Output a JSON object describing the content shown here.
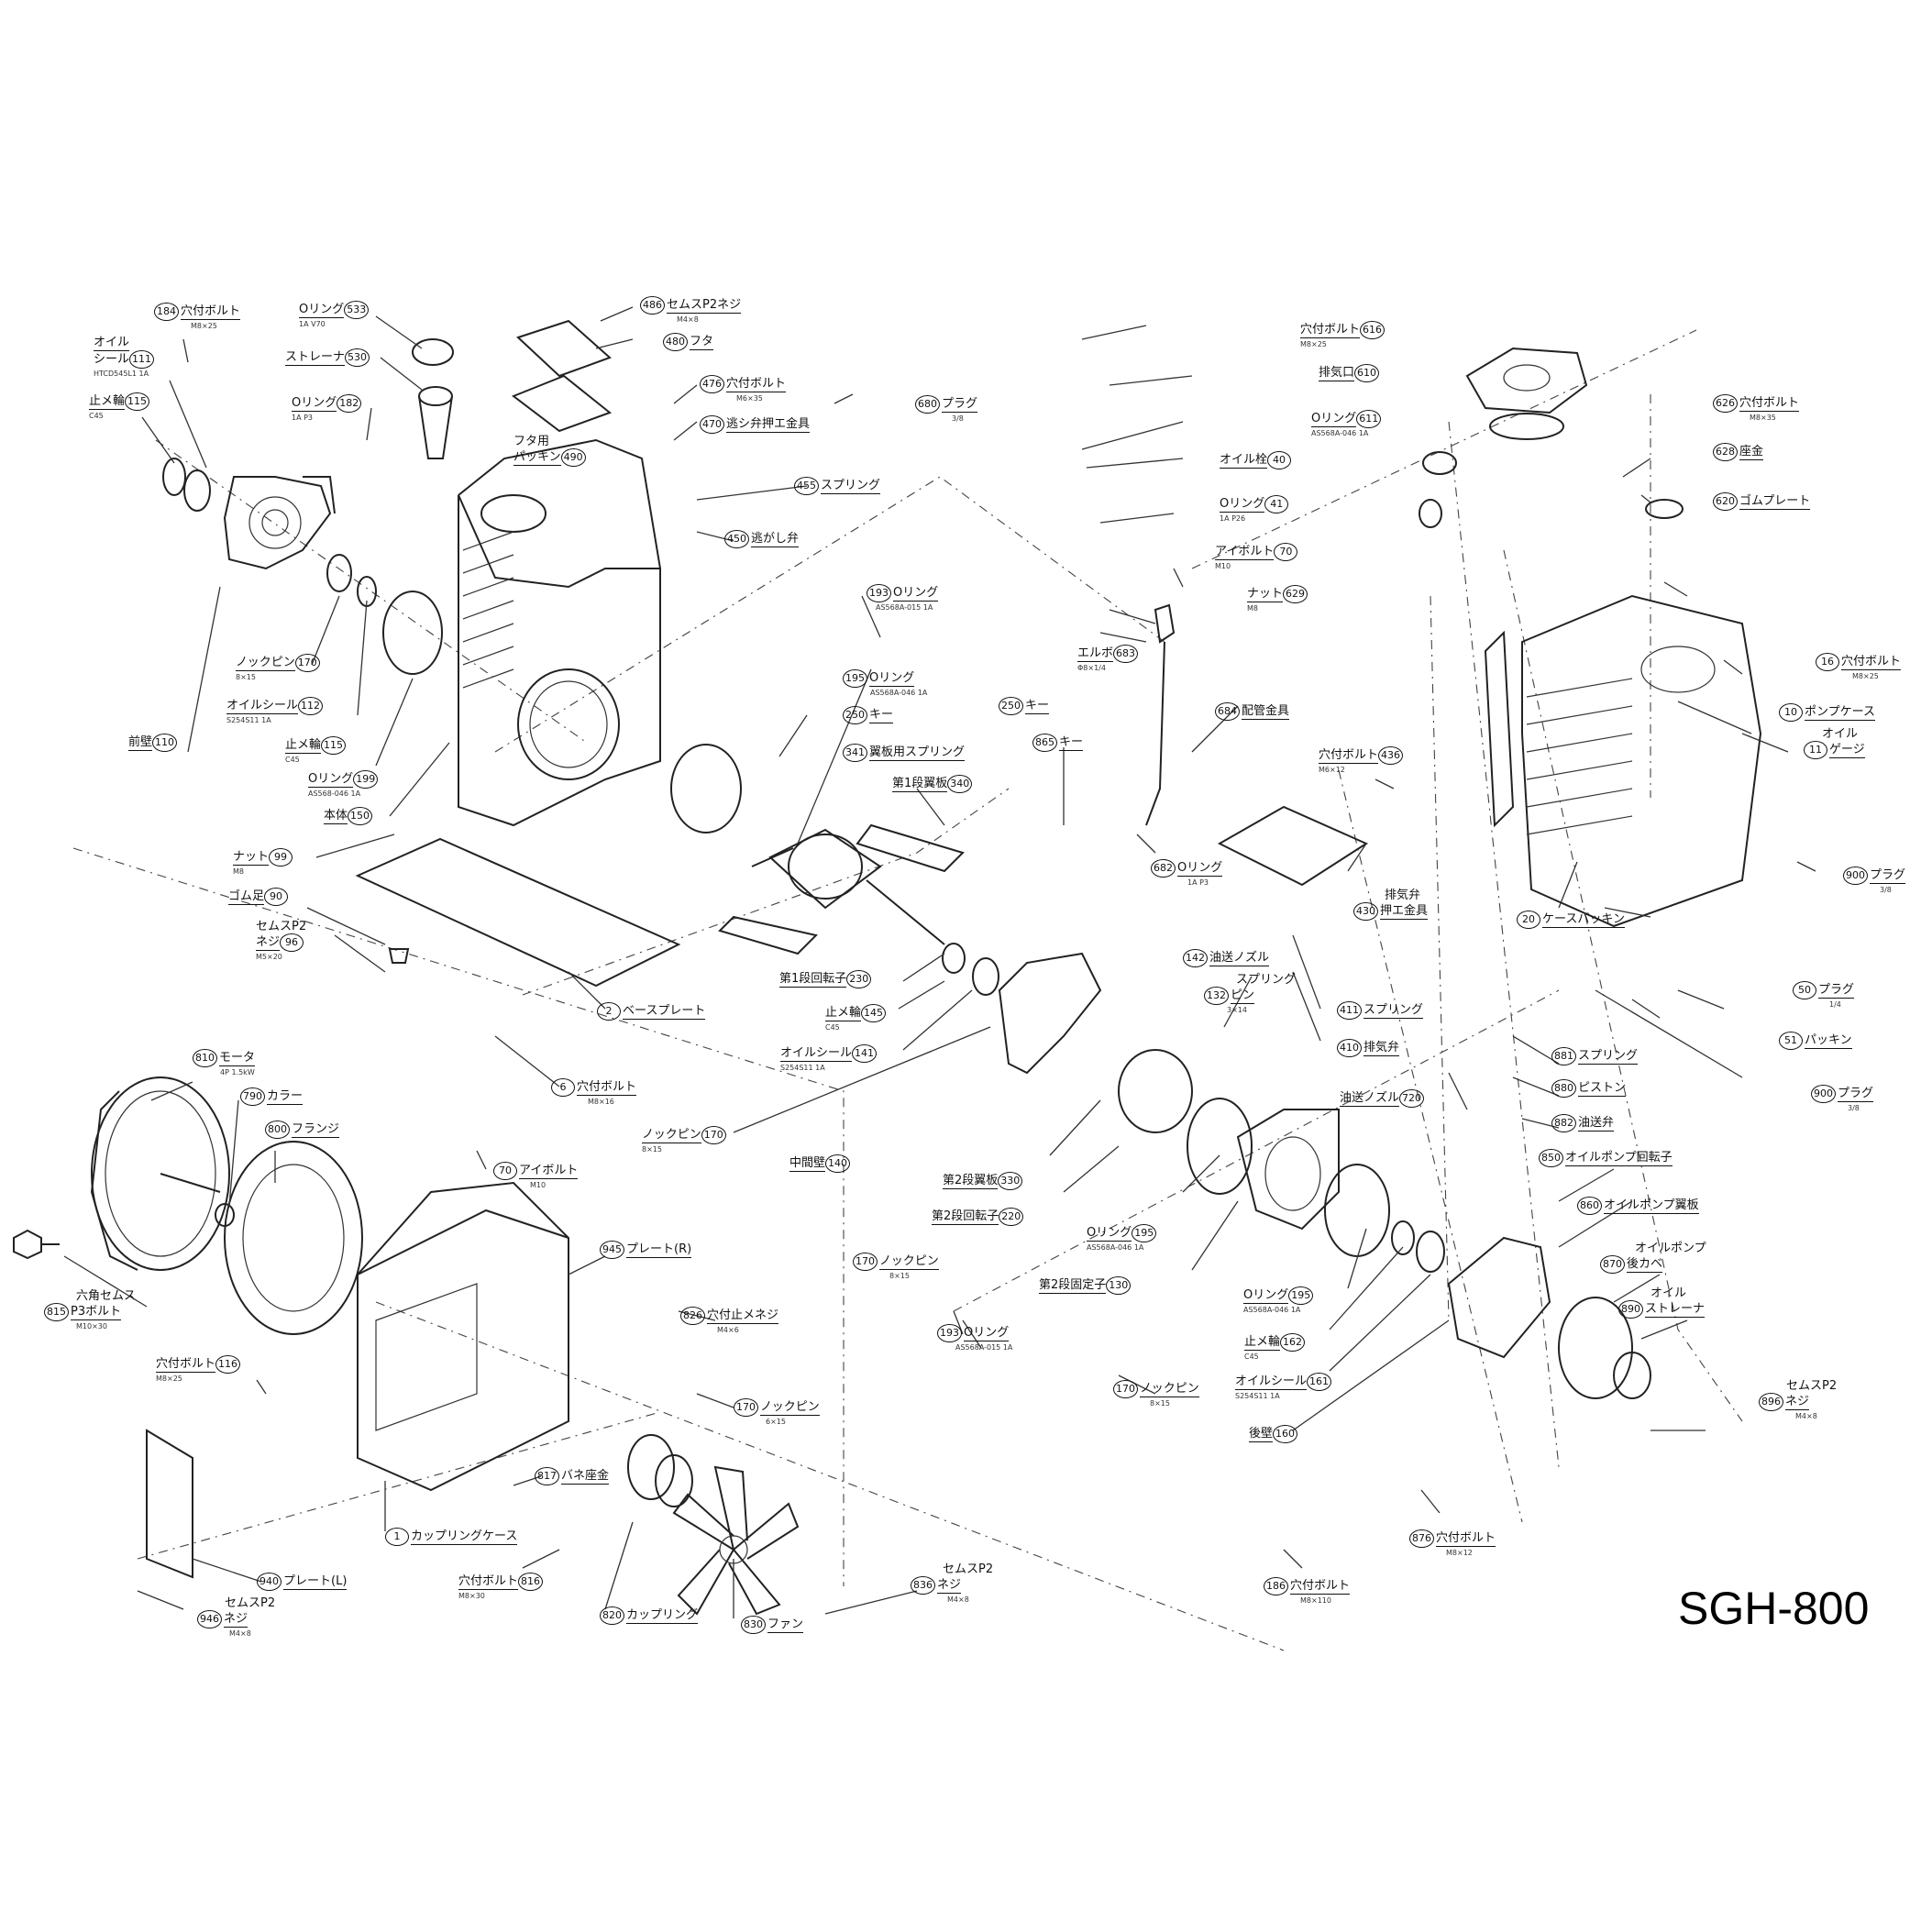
{
  "title": "SGH-800",
  "parts": [
    {
      "id": "184",
      "num": "184",
      "name": "穴付ボルト",
      "spec": "M8×25"
    },
    {
      "id": "111",
      "num": "111",
      "name": "オイルシール",
      "pre": "オイル",
      "spec": "HTCD545L1 1A"
    },
    {
      "id": "115a",
      "num": "115",
      "name": "止メ輪",
      "spec": "C45"
    },
    {
      "id": "533",
      "num": "533",
      "name": "Oリング",
      "spec": "1A V70"
    },
    {
      "id": "530",
      "num": "530",
      "name": "ストレーナ",
      "spec": ""
    },
    {
      "id": "182",
      "num": "182",
      "name": "Oリング",
      "spec": "1A P3"
    },
    {
      "id": "486",
      "num": "486",
      "name": "セムスP2ネジ",
      "spec": "M4×8"
    },
    {
      "id": "480",
      "num": "480",
      "name": "フタ",
      "spec": ""
    },
    {
      "id": "476",
      "num": "476",
      "name": "穴付ボルト",
      "spec": "M6×35"
    },
    {
      "id": "470",
      "num": "470",
      "name": "逃シ弁押エ金具",
      "spec": ""
    },
    {
      "id": "490",
      "num": "490",
      "name": "パッキン",
      "pre": "フタ用",
      "spec": ""
    },
    {
      "id": "680",
      "num": "680",
      "name": "プラグ",
      "spec": "3/8"
    },
    {
      "id": "455",
      "num": "455",
      "name": "スプリング",
      "spec": ""
    },
    {
      "id": "450",
      "num": "450",
      "name": "逃がし弁",
      "spec": ""
    },
    {
      "id": "193a",
      "num": "193",
      "name": "Oリング",
      "spec": "AS568A-015 1A"
    },
    {
      "id": "195a",
      "num": "195",
      "name": "Oリング",
      "spec": "AS568A-046 1A"
    },
    {
      "id": "250a",
      "num": "250",
      "name": "キー",
      "spec": ""
    },
    {
      "id": "250b",
      "num": "250",
      "name": "キー",
      "spec": ""
    },
    {
      "id": "865",
      "num": "865",
      "name": "キー",
      "spec": ""
    },
    {
      "id": "341",
      "num": "341",
      "name": "翼板用スプリング",
      "spec": ""
    },
    {
      "id": "340",
      "num": "340",
      "name": "第1段翼板",
      "spec": ""
    },
    {
      "id": "170a",
      "num": "170",
      "name": "ノックピン",
      "spec": "8×15"
    },
    {
      "id": "112",
      "num": "112",
      "name": "オイルシール",
      "spec": "S254S11 1A"
    },
    {
      "id": "115b",
      "num": "115",
      "name": "止メ輪",
      "spec": "C45"
    },
    {
      "id": "199",
      "num": "199",
      "name": "Oリング",
      "spec": "AS568-046 1A"
    },
    {
      "id": "110",
      "num": "110",
      "name": "前壁",
      "spec": ""
    },
    {
      "id": "150",
      "num": "150",
      "name": "本体",
      "spec": ""
    },
    {
      "id": "99",
      "num": "99",
      "name": "ナット",
      "spec": "M8"
    },
    {
      "id": "90",
      "num": "90",
      "name": "ゴム足",
      "spec": ""
    },
    {
      "id": "96",
      "num": "96",
      "name": "セムスP2ネジ",
      "spec": "M5×20"
    },
    {
      "id": "2",
      "num": "2",
      "name": "ベースプレート",
      "spec": ""
    },
    {
      "id": "6",
      "num": "6",
      "name": "穴付ボルト",
      "spec": "M8×16"
    },
    {
      "id": "230",
      "num": "230",
      "name": "第1段回転子",
      "spec": ""
    },
    {
      "id": "145",
      "num": "145",
      "name": "止メ輪",
      "spec": "C45"
    },
    {
      "id": "141",
      "num": "141",
      "name": "オイルシール",
      "spec": "S254S11 1A"
    },
    {
      "id": "170b",
      "num": "170",
      "name": "ノックピン",
      "spec": "8×15"
    },
    {
      "id": "140",
      "num": "140",
      "name": "中間壁",
      "spec": ""
    },
    {
      "id": "616",
      "num": "616",
      "name": "穴付ボルト",
      "spec": "M8×25"
    },
    {
      "id": "610",
      "num": "610",
      "name": "排気口",
      "spec": ""
    },
    {
      "id": "611",
      "num": "611",
      "name": "Oリング",
      "spec": "AS568A-046 1A"
    },
    {
      "id": "40",
      "num": "40",
      "name": "オイル栓",
      "spec": ""
    },
    {
      "id": "41",
      "num": "41",
      "name": "Oリング",
      "spec": "1A P26"
    },
    {
      "id": "70a",
      "num": "70",
      "name": "アイボルト",
      "spec": "M10"
    },
    {
      "id": "629",
      "num": "629",
      "name": "ナット",
      "spec": "M8"
    },
    {
      "id": "626",
      "num": "626",
      "name": "穴付ボルト",
      "spec": "M8×35"
    },
    {
      "id": "628",
      "num": "628",
      "name": "座金",
      "spec": ""
    },
    {
      "id": "620",
      "num": "620",
      "name": "ゴムプレート",
      "spec": ""
    },
    {
      "id": "683",
      "num": "683",
      "name": "エルボ",
      "spec": "Φ8×1/4"
    },
    {
      "id": "684",
      "num": "684",
      "name": "配管金具",
      "spec": ""
    },
    {
      "id": "436",
      "num": "436",
      "name": "穴付ボルト",
      "spec": "M6×12"
    },
    {
      "id": "682",
      "num": "682",
      "name": "Oリング",
      "spec": "1A P3"
    },
    {
      "id": "16",
      "num": "16",
      "name": "穴付ボルト",
      "spec": "M8×25"
    },
    {
      "id": "10",
      "num": "10",
      "name": "ポンプケース",
      "spec": ""
    },
    {
      "id": "11",
      "num": "11",
      "name": "ゲージ",
      "pre": "オイル",
      "spec": ""
    },
    {
      "id": "900a",
      "num": "900",
      "name": "プラグ",
      "spec": "3/8"
    },
    {
      "id": "20",
      "num": "20",
      "name": "ケースパッキン",
      "spec": ""
    },
    {
      "id": "430",
      "num": "430",
      "name": "押エ金具",
      "pre": "排気弁",
      "spec": ""
    },
    {
      "id": "142",
      "num": "142",
      "name": "油送ノズル",
      "spec": ""
    },
    {
      "id": "132",
      "num": "132",
      "name": "スプリングピン",
      "pre": "スプリング",
      "spec": "3×14"
    },
    {
      "id": "411",
      "num": "411",
      "name": "スプリング",
      "spec": ""
    },
    {
      "id": "410",
      "num": "410",
      "name": "排気弁",
      "spec": ""
    },
    {
      "id": "50",
      "num": "50",
      "name": "プラグ",
      "spec": "1/4"
    },
    {
      "id": "51",
      "num": "51",
      "name": "パッキン",
      "spec": ""
    },
    {
      "id": "900b",
      "num": "900",
      "name": "プラグ",
      "spec": "3/8"
    },
    {
      "id": "881",
      "num": "881",
      "name": "スプリング",
      "spec": ""
    },
    {
      "id": "880",
      "num": "880",
      "name": "ピストン",
      "spec": ""
    },
    {
      "id": "882",
      "num": "882",
      "name": "油送弁",
      "spec": ""
    },
    {
      "id": "720",
      "num": "720",
      "name": "油送ノズル",
      "spec": ""
    },
    {
      "id": "850",
      "num": "850",
      "name": "オイルポンプ回転子",
      "spec": ""
    },
    {
      "id": "860",
      "num": "860",
      "name": "オイルポンプ翼板",
      "spec": ""
    },
    {
      "id": "870",
      "num": "870",
      "name": "後カベ",
      "pre": "オイルポンプ",
      "spec": ""
    },
    {
      "id": "890",
      "num": "890",
      "name": "ストレーナ",
      "pre": "オイル",
      "spec": ""
    },
    {
      "id": "330",
      "num": "330",
      "name": "第2段翼板",
      "spec": ""
    },
    {
      "id": "220",
      "num": "220",
      "name": "第2段回転子",
      "spec": ""
    },
    {
      "id": "195b",
      "num": "195",
      "name": "Oリング",
      "spec": "AS568A-046 1A"
    },
    {
      "id": "130",
      "num": "130",
      "name": "第2段固定子",
      "spec": ""
    },
    {
      "id": "195c",
      "num": "195",
      "name": "Oリング",
      "spec": "AS568A-046 1A"
    },
    {
      "id": "162",
      "num": "162",
      "name": "止メ輪",
      "spec": "C45"
    },
    {
      "id": "161",
      "num": "161",
      "name": "オイルシール",
      "spec": "S254S11 1A"
    },
    {
      "id": "160",
      "num": "160",
      "name": "後壁",
      "spec": ""
    },
    {
      "id": "170c",
      "num": "170",
      "name": "ノックピン",
      "spec": "8×15"
    },
    {
      "id": "193b",
      "num": "193",
      "name": "Oリング",
      "spec": "AS568A-015 1A"
    },
    {
      "id": "170d",
      "num": "170",
      "name": "ノックピン",
      "spec": "8×15"
    },
    {
      "id": "896",
      "num": "896",
      "name": "ネジ",
      "pre": "セムスP2",
      "spec": "M4×8"
    },
    {
      "id": "876",
      "num": "876",
      "name": "穴付ボルト",
      "spec": "M8×12"
    },
    {
      "id": "186",
      "num": "186",
      "name": "穴付ボルト",
      "spec": "M8×110"
    },
    {
      "id": "810",
      "num": "810",
      "name": "モータ",
      "spec": "4P 1.5kW"
    },
    {
      "id": "790",
      "num": "790",
      "name": "カラー",
      "spec": ""
    },
    {
      "id": "800",
      "num": "800",
      "name": "フランジ",
      "spec": ""
    },
    {
      "id": "815",
      "num": "815",
      "name": "P3ボルト",
      "pre": "六角セムス",
      "spec": "M10×30"
    },
    {
      "id": "70b",
      "num": "70",
      "name": "アイボルト",
      "spec": "M10"
    },
    {
      "id": "945",
      "num": "945",
      "name": "プレート(R)",
      "spec": ""
    },
    {
      "id": "826",
      "num": "826",
      "name": "穴付止メネジ",
      "spec": "M4×6"
    },
    {
      "id": "170e",
      "num": "170",
      "name": "ノックピン",
      "spec": "6×15"
    },
    {
      "id": "116",
      "num": "116",
      "name": "穴付ボルト",
      "spec": "M8×25"
    },
    {
      "id": "817",
      "num": "817",
      "name": "バネ座金",
      "spec": ""
    },
    {
      "id": "1",
      "num": "1",
      "name": "カップリングケース",
      "spec": ""
    },
    {
      "id": "816",
      "num": "816",
      "name": "穴付ボルト",
      "spec": "M8×30"
    },
    {
      "id": "940",
      "num": "940",
      "name": "プレート(L)",
      "spec": ""
    },
    {
      "id": "946",
      "num": "946",
      "name": "ネジ",
      "pre": "セムスP2",
      "spec": "M4×8"
    },
    {
      "id": "820",
      "num": "820",
      "name": "カップリング",
      "spec": ""
    },
    {
      "id": "830",
      "num": "830",
      "name": "ファン",
      "spec": ""
    },
    {
      "id": "836",
      "num": "836",
      "name": "ネジ",
      "pre": "セムスP2",
      "spec": "M4×8"
    }
  ]
}
